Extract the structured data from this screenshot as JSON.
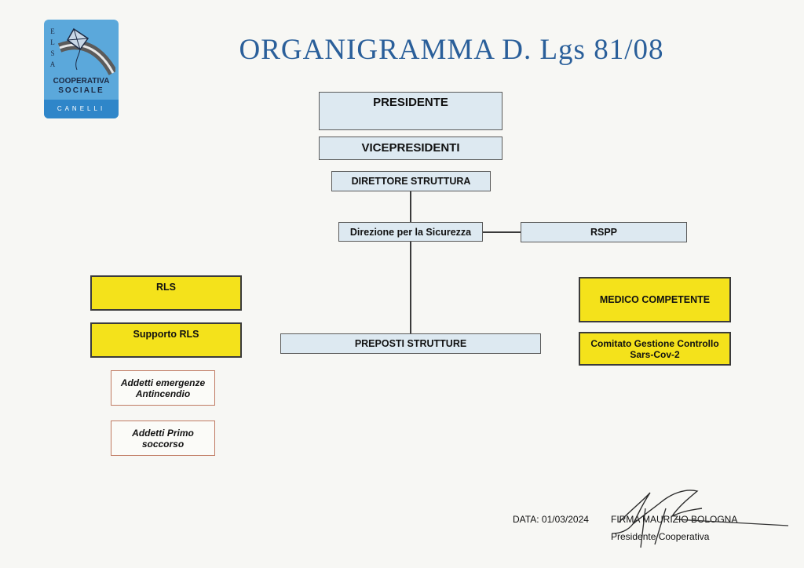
{
  "logo": {
    "letters": [
      "E",
      "L",
      "S",
      "A"
    ],
    "line1": "COOPERATIVA",
    "line2": "SOCIALE",
    "band": "CANELLI"
  },
  "title": "ORGANIGRAMMA D. Lgs 81/08",
  "nodes": {
    "presidente": "PRESIDENTE",
    "vicepresidenti": "VICEPRESIDENTI",
    "direttore": "DIRETTORE STRUTTURA",
    "direzione_sicurezza": "Direzione per la Sicurezza",
    "rspp": "RSPP",
    "preposti": "PREPOSTI STRUTTURE",
    "rls": "RLS",
    "supporto_rls": "Supporto RLS",
    "addetti_emergenze": "Addetti emergenze Antincendio",
    "addetti_primo_soccorso": "Addetti Primo soccorso",
    "medico": "MEDICO COMPETENTE",
    "comitato": "Comitato Gestione Controllo Sars-Cov-2"
  },
  "footer": {
    "date": "DATA: 01/03/2024",
    "firma": "FIRMA MAURIZIO BOLOGNA",
    "role": "Presidente Cooperativa"
  },
  "colors": {
    "title": "#2a5f9a",
    "box_blue": "#dde9f1",
    "box_yellow": "#f4e21b",
    "box_outline": "#c07a62",
    "logo_bg": "#5ba8db",
    "logo_band": "#2f86c9"
  }
}
